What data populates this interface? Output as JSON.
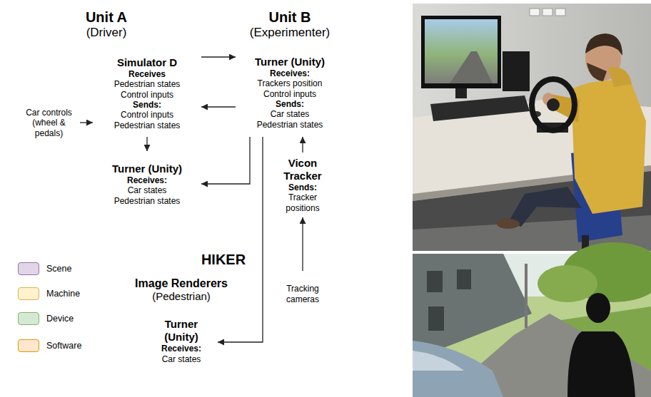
{
  "diagram": {
    "nodes": [
      {
        "text": [
          "Unit A",
          "(Driver)"
        ]
      },
      {
        "text": [
          "Car controls (wheel & pedals)"
        ],
        "in": 0
      },
      {
        "text": [
          "Simulator D",
          "Receives",
          "Pedestrian states Control inputs",
          "Sends:",
          "Control inputs Pedestrian states"
        ],
        "in": 0
      },
      {
        "text": [
          "Turner (Unity)",
          "Receives:",
          "Car states Pedestrian states"
        ],
        "in": 0
      },
      {
        "text": [
          "Unit B",
          "(Experimenter)"
        ]
      },
      {
        "text": [
          "Turner (Unity)",
          "Receives:",
          "Trackers position Control inputs",
          "Sends:",
          "Car states Pedestrian states"
        ],
        "in": 4
      },
      {
        "text": [
          "Vicon Tracker",
          "Sends:",
          "Tracker positions"
        ],
        "in": 4
      },
      {
        "text": [
          "HIKER"
        ]
      },
      {
        "text": [
          "Image Renderers",
          "(Pedestrian)"
        ],
        "in": 7
      },
      {
        "text": [
          "Turner (Unity)",
          "Receives:",
          "Car states"
        ],
        "in": 8
      },
      {
        "text": [
          "Tracking cameras"
        ],
        "in": 7
      }
    ],
    "edges": [
      {
        "from": 1,
        "to": 2,
        "arrow": "to"
      },
      {
        "from": 2,
        "to": 5,
        "arrow": "to"
      },
      {
        "from": 5,
        "to": 2,
        "arrow": "to"
      },
      {
        "from": 2,
        "to": 3,
        "arrow": "to"
      },
      {
        "from": 5,
        "to": 3,
        "arrow": "to"
      },
      {
        "from": 5,
        "to": 9,
        "arrow": "to"
      },
      {
        "from": 6,
        "to": 5,
        "arrow": "to"
      },
      {
        "from": 10,
        "to": 6,
        "arrow": "to"
      }
    ],
    "legend": [
      {
        "text": "Scene",
        "color": "#e1d5e7"
      },
      {
        "text": "Machine",
        "color": "#fff2cc"
      },
      {
        "text": "Device",
        "color": "#d5e8d4"
      },
      {
        "text": "Software",
        "color": "#ffe6cc"
      }
    ]
  }
}
